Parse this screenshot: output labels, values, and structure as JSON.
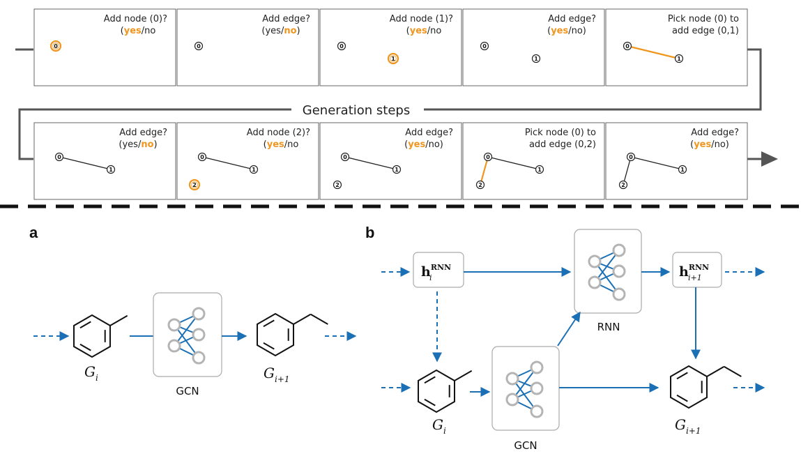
{
  "colors": {
    "accent": "#f0961e",
    "blue": "#1a6fb5",
    "frame": "#555555",
    "node_gray": "#b4b4b4"
  },
  "banner": {
    "text": "Generation steps"
  },
  "steps": [
    {
      "q": "Add node (0)?",
      "a": [
        [
          "(",
          "n"
        ],
        [
          "yes",
          "o"
        ],
        [
          "/no",
          "n"
        ]
      ],
      "nodes": [
        [
          0,
          "o"
        ]
      ],
      "edges": []
    },
    {
      "q": "Add edge?",
      "a": [
        [
          "(yes/",
          "n"
        ],
        [
          "no",
          "o"
        ],
        [
          ")",
          "n"
        ]
      ],
      "nodes": [
        [
          0,
          "n"
        ]
      ],
      "edges": []
    },
    {
      "q": "Add node (1)?",
      "a": [
        [
          "(",
          "n"
        ],
        [
          "yes",
          "o"
        ],
        [
          "/no",
          "n"
        ]
      ],
      "nodes": [
        [
          0,
          "n"
        ],
        [
          1,
          "o"
        ]
      ],
      "edges": []
    },
    {
      "q": "Add edge?",
      "a": [
        [
          "(",
          "n"
        ],
        [
          "yes",
          "o"
        ],
        [
          "/no)",
          "n"
        ]
      ],
      "nodes": [
        [
          0,
          "n"
        ],
        [
          1,
          "n"
        ]
      ],
      "edges": []
    },
    {
      "q": "Pick node (0) to",
      "q2": "add edge (0,1)",
      "a": [],
      "nodes": [
        [
          0,
          "n"
        ],
        [
          1,
          "n"
        ]
      ],
      "edges": [
        [
          0,
          1,
          "o"
        ]
      ]
    },
    {
      "q": "Add edge?",
      "a": [
        [
          "(yes/",
          "n"
        ],
        [
          "no",
          "o"
        ],
        [
          ")",
          "n"
        ]
      ],
      "nodes": [
        [
          0,
          "n"
        ],
        [
          1,
          "n"
        ]
      ],
      "edges": [
        [
          0,
          1,
          "n"
        ]
      ]
    },
    {
      "q": "Add node (2)?",
      "a": [
        [
          "(",
          "n"
        ],
        [
          "yes",
          "o"
        ],
        [
          "/no",
          "n"
        ]
      ],
      "nodes": [
        [
          0,
          "n"
        ],
        [
          1,
          "n"
        ],
        [
          2,
          "o"
        ]
      ],
      "edges": [
        [
          0,
          1,
          "n"
        ]
      ]
    },
    {
      "q": "Add edge?",
      "a": [
        [
          "(",
          "n"
        ],
        [
          "yes",
          "o"
        ],
        [
          "/no)",
          "n"
        ]
      ],
      "nodes": [
        [
          0,
          "n"
        ],
        [
          1,
          "n"
        ],
        [
          2,
          "n"
        ]
      ],
      "edges": [
        [
          0,
          1,
          "n"
        ]
      ]
    },
    {
      "q": "Pick node (0) to",
      "q2": "add edge (0,2)",
      "a": [],
      "nodes": [
        [
          0,
          "n"
        ],
        [
          1,
          "n"
        ],
        [
          2,
          "n"
        ]
      ],
      "edges": [
        [
          0,
          1,
          "n"
        ],
        [
          0,
          2,
          "o"
        ]
      ]
    },
    {
      "q": "Add edge?",
      "a": [
        [
          "(",
          "n"
        ],
        [
          "yes",
          "o"
        ],
        [
          "/no)",
          "n"
        ]
      ],
      "nodes": [
        [
          0,
          "n"
        ],
        [
          1,
          "n"
        ],
        [
          2,
          "n"
        ]
      ],
      "edges": [
        [
          0,
          1,
          "n"
        ],
        [
          0,
          2,
          "n"
        ]
      ]
    }
  ],
  "panel_a": {
    "label": "a",
    "net_label": "GCN",
    "g_in": "G",
    "g_in_sub": "i",
    "g_out": "G",
    "g_out_sub": "i+1"
  },
  "panel_b": {
    "label": "b",
    "rnn_label": "RNN",
    "gcn_label": "GCN",
    "h": "h",
    "h_sup": "RNN",
    "h_sub_in": "i",
    "h_sub_out": "i+1",
    "g_in": "G",
    "g_in_sub": "i",
    "g_out": "G",
    "g_out_sub": "i+1"
  }
}
